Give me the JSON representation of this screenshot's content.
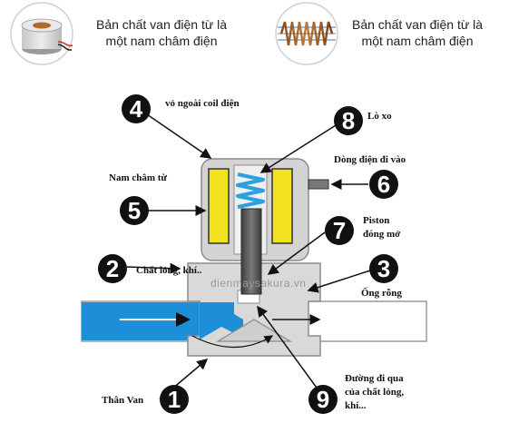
{
  "header": {
    "left_caption_line1": "Bản chất van điện từ là",
    "left_caption_line2": "một nam châm điện",
    "right_caption_line1": "Bản chất van điện từ là",
    "right_caption_line2": "một nam châm điện"
  },
  "callouts": [
    {
      "number": "1",
      "label": "Thân Van"
    },
    {
      "number": "2",
      "label": "Chất lỏng, khí.."
    },
    {
      "number": "3",
      "label": "Ống rỗng"
    },
    {
      "number": "4",
      "label": "vỏ ngoài coil điện"
    },
    {
      "number": "5",
      "label": "Nam châm từ"
    },
    {
      "number": "6",
      "label": "Dòng điện đi vào"
    },
    {
      "number": "7",
      "label_line1": "Piston",
      "label_line2": "đóng mở"
    },
    {
      "number": "8",
      "label": "Lò xo"
    },
    {
      "number": "9",
      "label_line1": "Đường đi qua",
      "label_line2": "của chất lỏng,",
      "label_line3": "khí..."
    }
  ],
  "watermark": "dienmaysakura.vn",
  "colors": {
    "fluid": "#1d8fd8",
    "body": "#d9d9d9",
    "magnet": "#f4e11f",
    "spring": "#2aa0e0",
    "piston": "#595959",
    "circle": "#111111"
  },
  "icons": [
    "magnet-thumbnail-icon",
    "coil-thumbnail-icon"
  ]
}
